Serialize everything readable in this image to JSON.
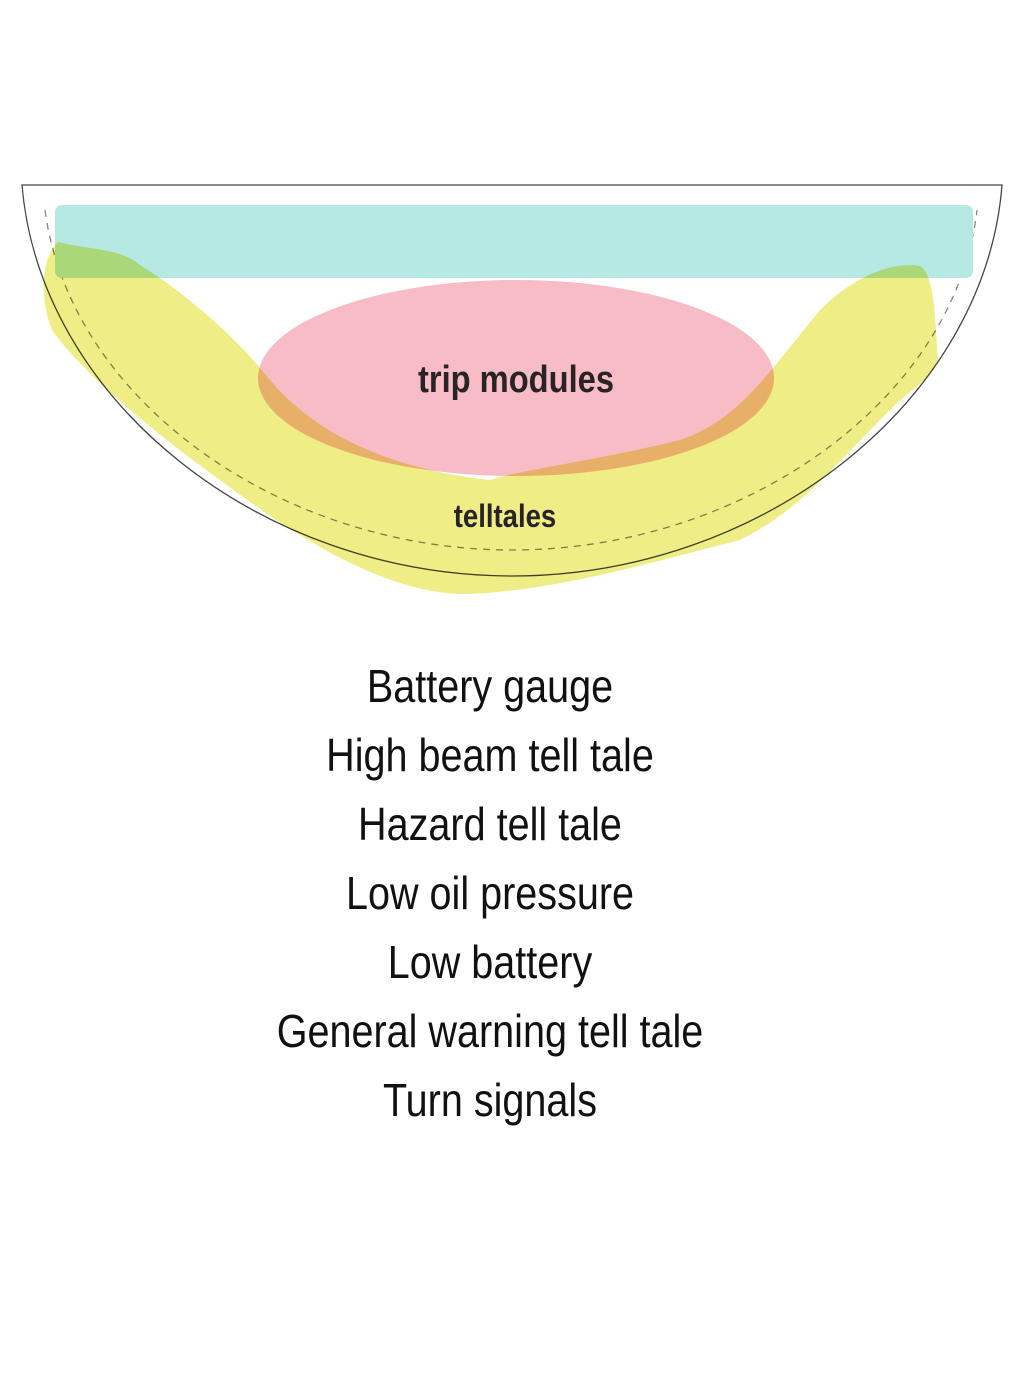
{
  "zones": {
    "trip_modules": "trip modules",
    "telltales": "telltales"
  },
  "colors": {
    "top_band": "#b6e8e4",
    "trip_modules": "#f7bcc5",
    "telltales": "#eeec7e",
    "outline": "#444444"
  },
  "items": [
    "Battery gauge",
    "High beam tell tale",
    "Hazard tell tale",
    "Low oil pressure",
    "Low battery",
    "General warning tell tale",
    "Turn signals"
  ]
}
